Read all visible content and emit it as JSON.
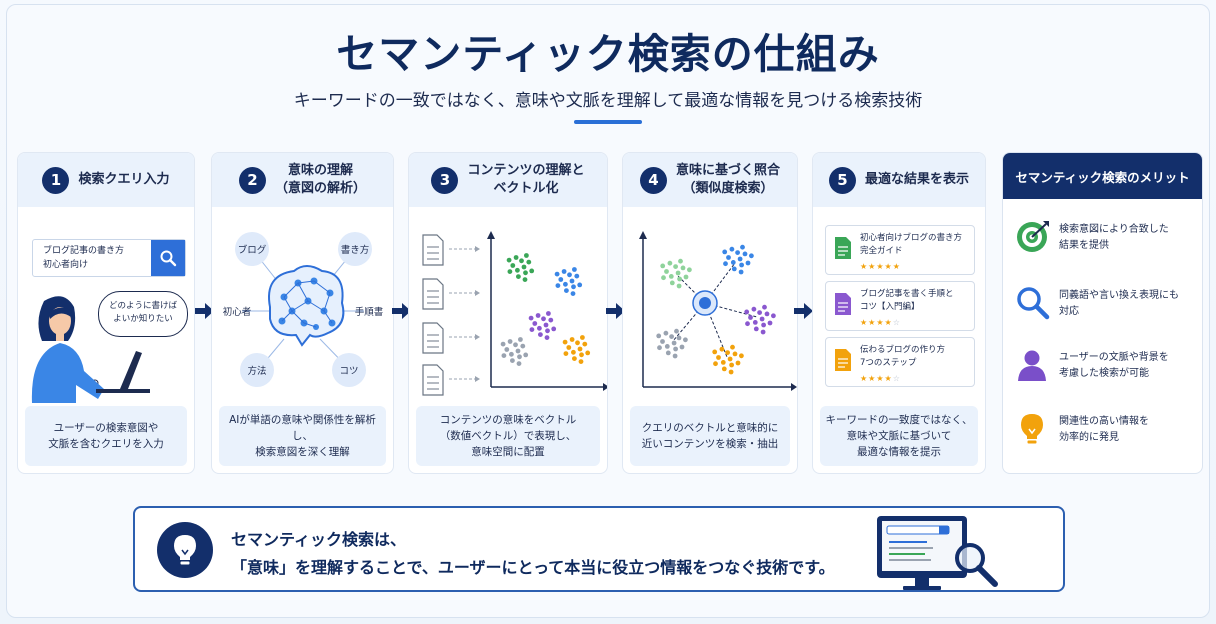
{
  "header": {
    "title": "セマンティック検索の仕組み",
    "subtitle": "キーワードの一致ではなく、意味や文脈を理解して最適な情報を見つける検索技術"
  },
  "steps": [
    {
      "number": "1",
      "title": "検索クエリ入力",
      "search_query": [
        "ブログ記事の書き方",
        "初心者向け"
      ],
      "thought": [
        "どのように書けば",
        "よいか知りたい"
      ],
      "caption": [
        "ユーザーの検索意図や",
        "文脈を含むクエリを入力"
      ]
    },
    {
      "number": "2",
      "title": [
        "意味の理解",
        "（意図の解析）"
      ],
      "words": [
        "ブログ",
        "書き方",
        "初心者",
        "手順書",
        "方法",
        "コツ"
      ],
      "caption": [
        "AIが単語の意味や関係性を解析し、",
        "検索意図を深く理解"
      ]
    },
    {
      "number": "3",
      "title": [
        "コンテンツの理解と",
        "ベクトル化"
      ],
      "caption": [
        "コンテンツの意味をベクトル",
        "（数値ベクトル）で表現し、",
        "意味空間に配置"
      ]
    },
    {
      "number": "4",
      "title": [
        "意味に基づく照合",
        "（類似度検索）"
      ],
      "caption": [
        "クエリのベクトルと意味的に",
        "近いコンテンツを検索・抽出"
      ]
    },
    {
      "number": "5",
      "title": "最適な結果を表示",
      "results": [
        {
          "lines": [
            "初心者向けブログの書き方",
            "完全ガイド"
          ],
          "rating": 5,
          "color": "#3aa657"
        },
        {
          "lines": [
            "ブログ記事を書く手順と",
            "コツ【入門編】"
          ],
          "rating": 4,
          "color": "#8a58cf"
        },
        {
          "lines": [
            "伝わるブログの作り方",
            "7つのステップ"
          ],
          "rating": 4,
          "color": "#f2a20c"
        }
      ],
      "caption": [
        "キーワードの一致度ではなく、",
        "意味や文脈に基づいて",
        "最適な情報を提示"
      ]
    }
  ],
  "benefits": {
    "title": "セマンティック検索のメリット",
    "items": [
      {
        "icon": "target-icon",
        "text": [
          "検索意図により合致した",
          "結果を提供"
        ]
      },
      {
        "icon": "magnifier-icon",
        "text": [
          "同義語や言い換え表現にも",
          "対応"
        ]
      },
      {
        "icon": "user-icon",
        "text": [
          "ユーザーの文脈や背景を",
          "考慮した検索が可能"
        ]
      },
      {
        "icon": "lightbulb-icon",
        "text": [
          "関連性の高い情報を",
          "効率的に発見"
        ]
      }
    ]
  },
  "summary": {
    "line1": "セマンティック検索は、",
    "line2": "「意味」を理解することで、ユーザーにとって本当に役立つ情報をつなぐ技術です。"
  },
  "colors": {
    "navy": "#132f6b",
    "accent": "#2e6fd8",
    "green": "#3aa657",
    "blue": "#3a86e6",
    "purple": "#8a58cf",
    "orange": "#f2a20c",
    "gray": "#9aa3b0"
  }
}
